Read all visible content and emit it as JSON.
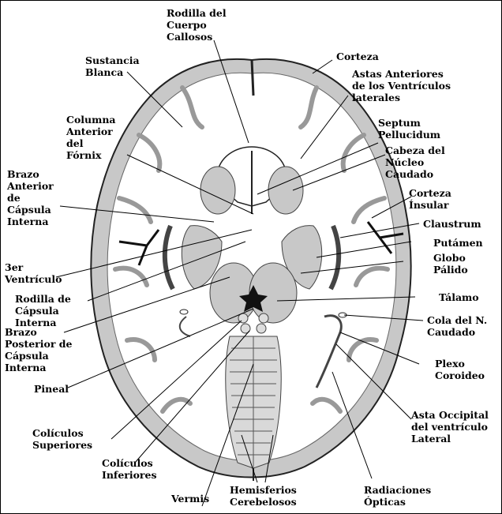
{
  "colors": {
    "background": "#ffffff",
    "cortex_gray": "#c8c8c8",
    "white_matter": "#ffffff",
    "outline": "#222222",
    "dark_structure": "#111111"
  },
  "labels": {
    "rodilla_cuerpo_calloso": "Rodilla del\nCuerpo\nCallosos",
    "sustancia_blanca": "Sustancia\nBlanca",
    "corteza": "Corteza",
    "astas_anteriores": "Astas Anteriores\nde los Ventrículos\nlaterales",
    "columna_fornix": "Columna\nAnterior\ndel\nFórnix",
    "septum": "Septum\nPellucidum",
    "cabeza_caudado": "Cabeza del\nNúcleo\nCaudado",
    "brazo_anterior": "Brazo\nAnterior\nde\nCápsula\nInterna",
    "corteza_insular": "Corteza\nÍnsular",
    "claustrum": "Claustrum",
    "putamen": "Putámen",
    "globo_palido": "Globo\nPálido",
    "tercer_ventriculo": "3er\nVentrículo",
    "rodilla_capsula": "Rodilla de\nCápsula\nInterna",
    "talamo": "Tálamo",
    "brazo_posterior": "Brazo\nPosterior de\nCápsula\nInterna",
    "cola_caudado": "Cola del N.\nCaudado",
    "pineal": "Pineal",
    "plexo_coroideo": "Plexo\nCoroideo",
    "coliculos_superiores": "Colículos\nSuperiores",
    "asta_occipital": "Asta Occipital\ndel ventrículo\nLateral",
    "coliculos_inferiores": "Colículos\nInferiores",
    "vermis": "Vermis",
    "hemisferios_cerebelosos": "Hemisferios\nCerebelosos",
    "radiaciones_opticas": "Radiaciones\nÓpticas"
  }
}
